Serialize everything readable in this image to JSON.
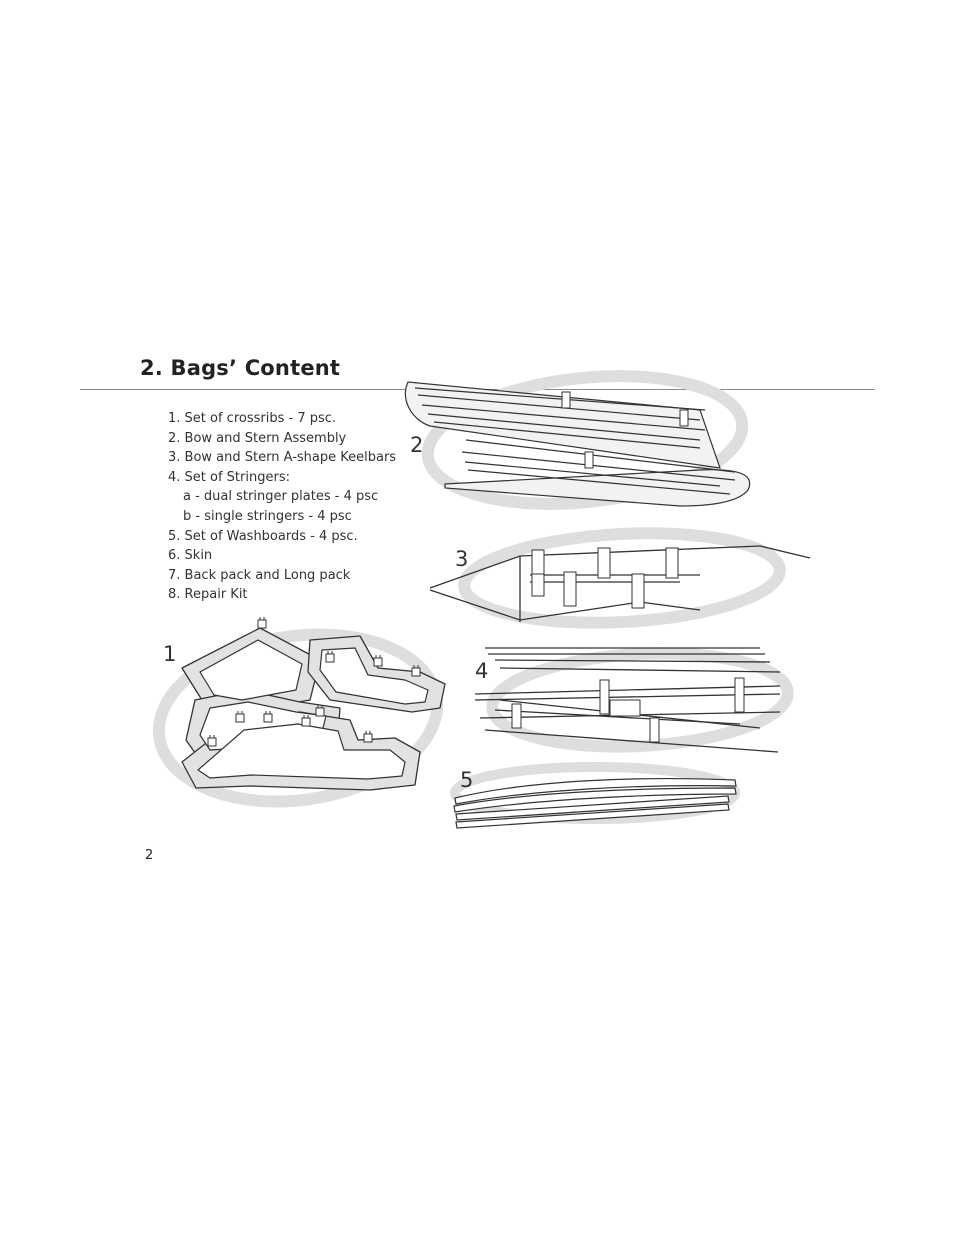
{
  "header": {
    "title": "2. Bags’ Content"
  },
  "contents": {
    "items": [
      "1. Set of crossribs - 7 psc.",
      "2. Bow and Stern Assembly",
      "3. Bow and Stern A-shape Keelbars",
      "4. Set of Stringers:",
      "a - dual stringer plates - 4 psc",
      "b - single stringers - 4 psc",
      "5. Set of Washboards - 4 psc.",
      "6. Skin",
      "7. Back pack and Long pack",
      "8. Repair Kit"
    ]
  },
  "figures": {
    "labels": [
      "1",
      "2",
      "3",
      "4",
      "5"
    ]
  },
  "footer": {
    "page_number": "2"
  }
}
